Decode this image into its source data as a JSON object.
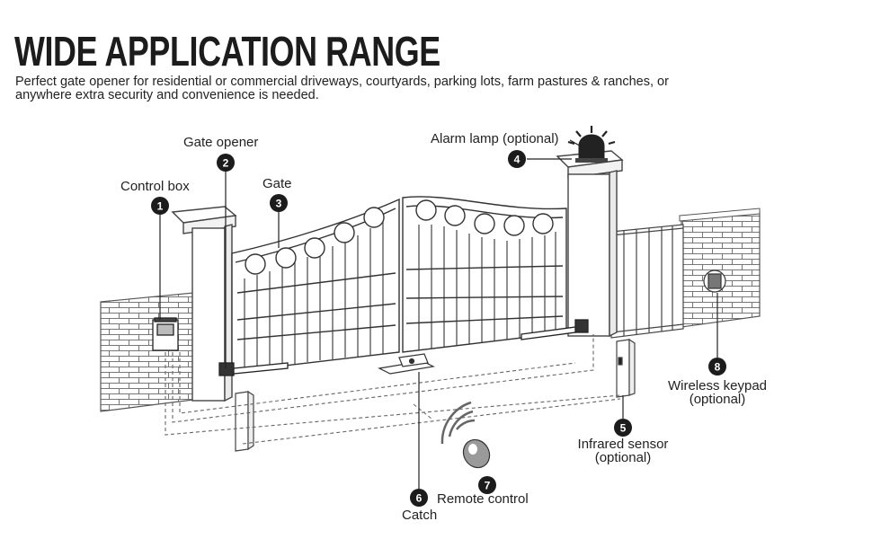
{
  "title": "WIDE APPLICATION RANGE",
  "subtitle": "Perfect gate opener for residential or commercial driveways, courtyards, parking lots, farm pastures & ranches, or anywhere extra security and convenience is needed.",
  "components": [
    {
      "number": "1",
      "label": "Control box"
    },
    {
      "number": "2",
      "label": "Gate opener"
    },
    {
      "number": "3",
      "label": "Gate"
    },
    {
      "number": "4",
      "label": "Alarm lamp (optional)"
    },
    {
      "number": "5",
      "label": "Infrared sensor",
      "label2": "(optional)"
    },
    {
      "number": "6",
      "label": "Catch"
    },
    {
      "number": "7",
      "label": "Remote control"
    },
    {
      "number": "8",
      "label": "Wireless keypad",
      "label2": "(optional)"
    }
  ]
}
